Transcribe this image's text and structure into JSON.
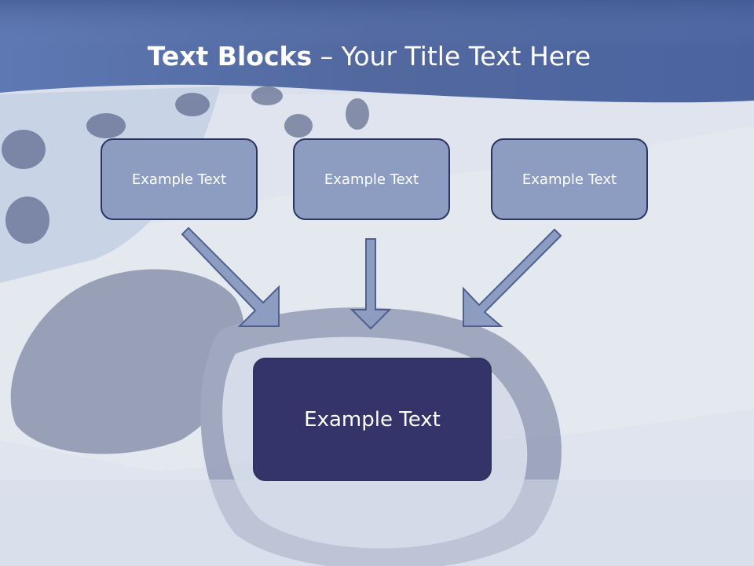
{
  "title": {
    "bold": "Text Blocks",
    "dash": " – ",
    "rest": "Your Title Text Here"
  },
  "boxes": {
    "top_left": "Example Text",
    "top_center": "Example Text",
    "top_right": "Example Text",
    "bottom": "Example Text"
  },
  "colors": {
    "header": "#4d67a3",
    "small_box": "#8d9dc2",
    "big_box": "#34346a",
    "arrow": "#8d9dc2",
    "outline": "#2c3561"
  }
}
